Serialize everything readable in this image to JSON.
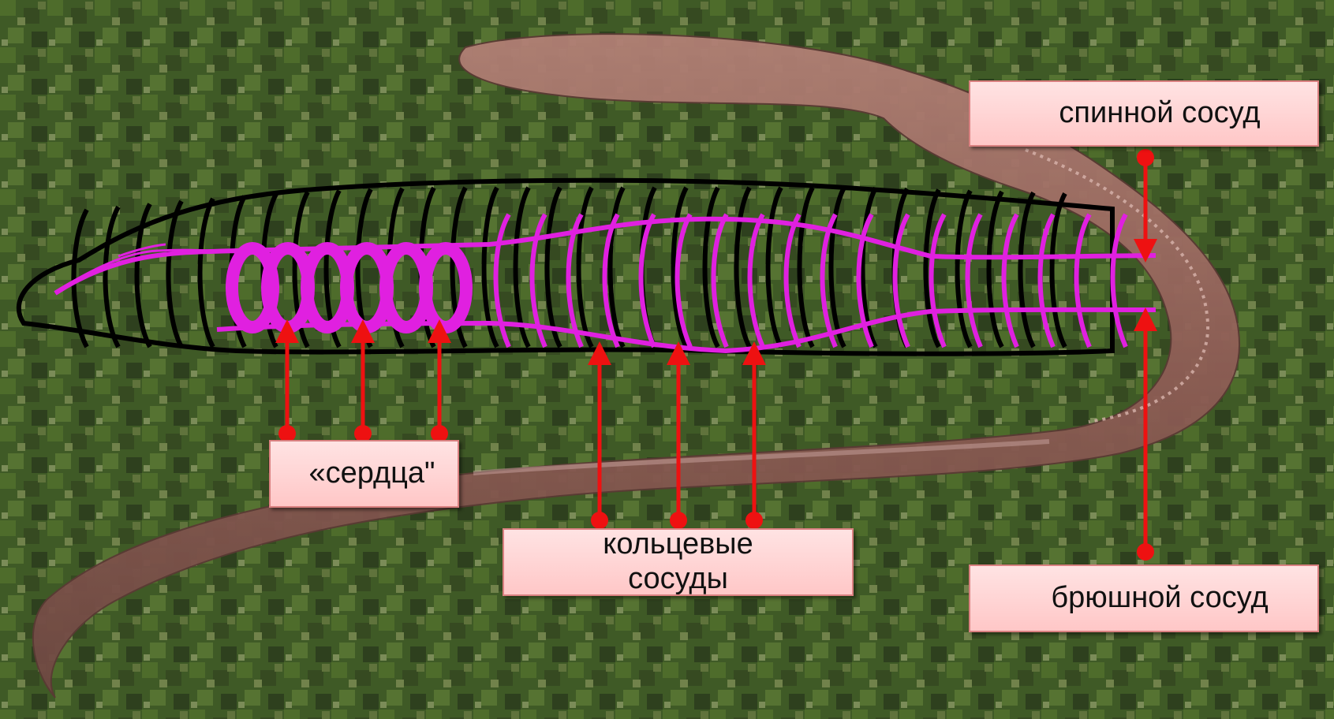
{
  "diagram": {
    "labels": {
      "dorsal_vessel": "спинной сосуд",
      "ventral_vessel": "брюшной сосуд",
      "hearts": "«сердца\"",
      "ring_vessels_line1": "кольцевые",
      "ring_vessels_line2": "сосуды"
    },
    "colors": {
      "vessel": "#e020e0",
      "outline": "#000000",
      "arrow": "#ee1111",
      "label_bg": "#ffd0d0",
      "worm": "#9a6a62",
      "grass": "#4a6a2a"
    }
  }
}
